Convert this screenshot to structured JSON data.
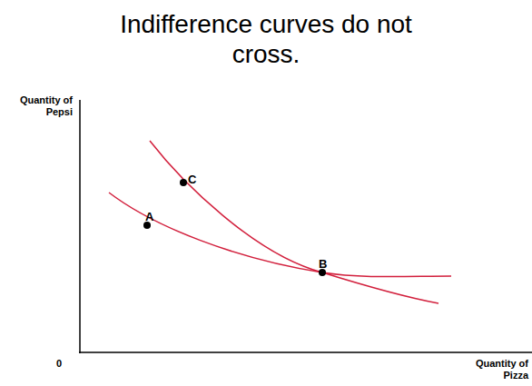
{
  "diagram": {
    "title": "Indifference curves do not cross.",
    "labels": [
      "Quantity of Pepsi",
      "0",
      "Quantity of Pizza",
      "A",
      "C",
      "B"
    ]
  }
}
